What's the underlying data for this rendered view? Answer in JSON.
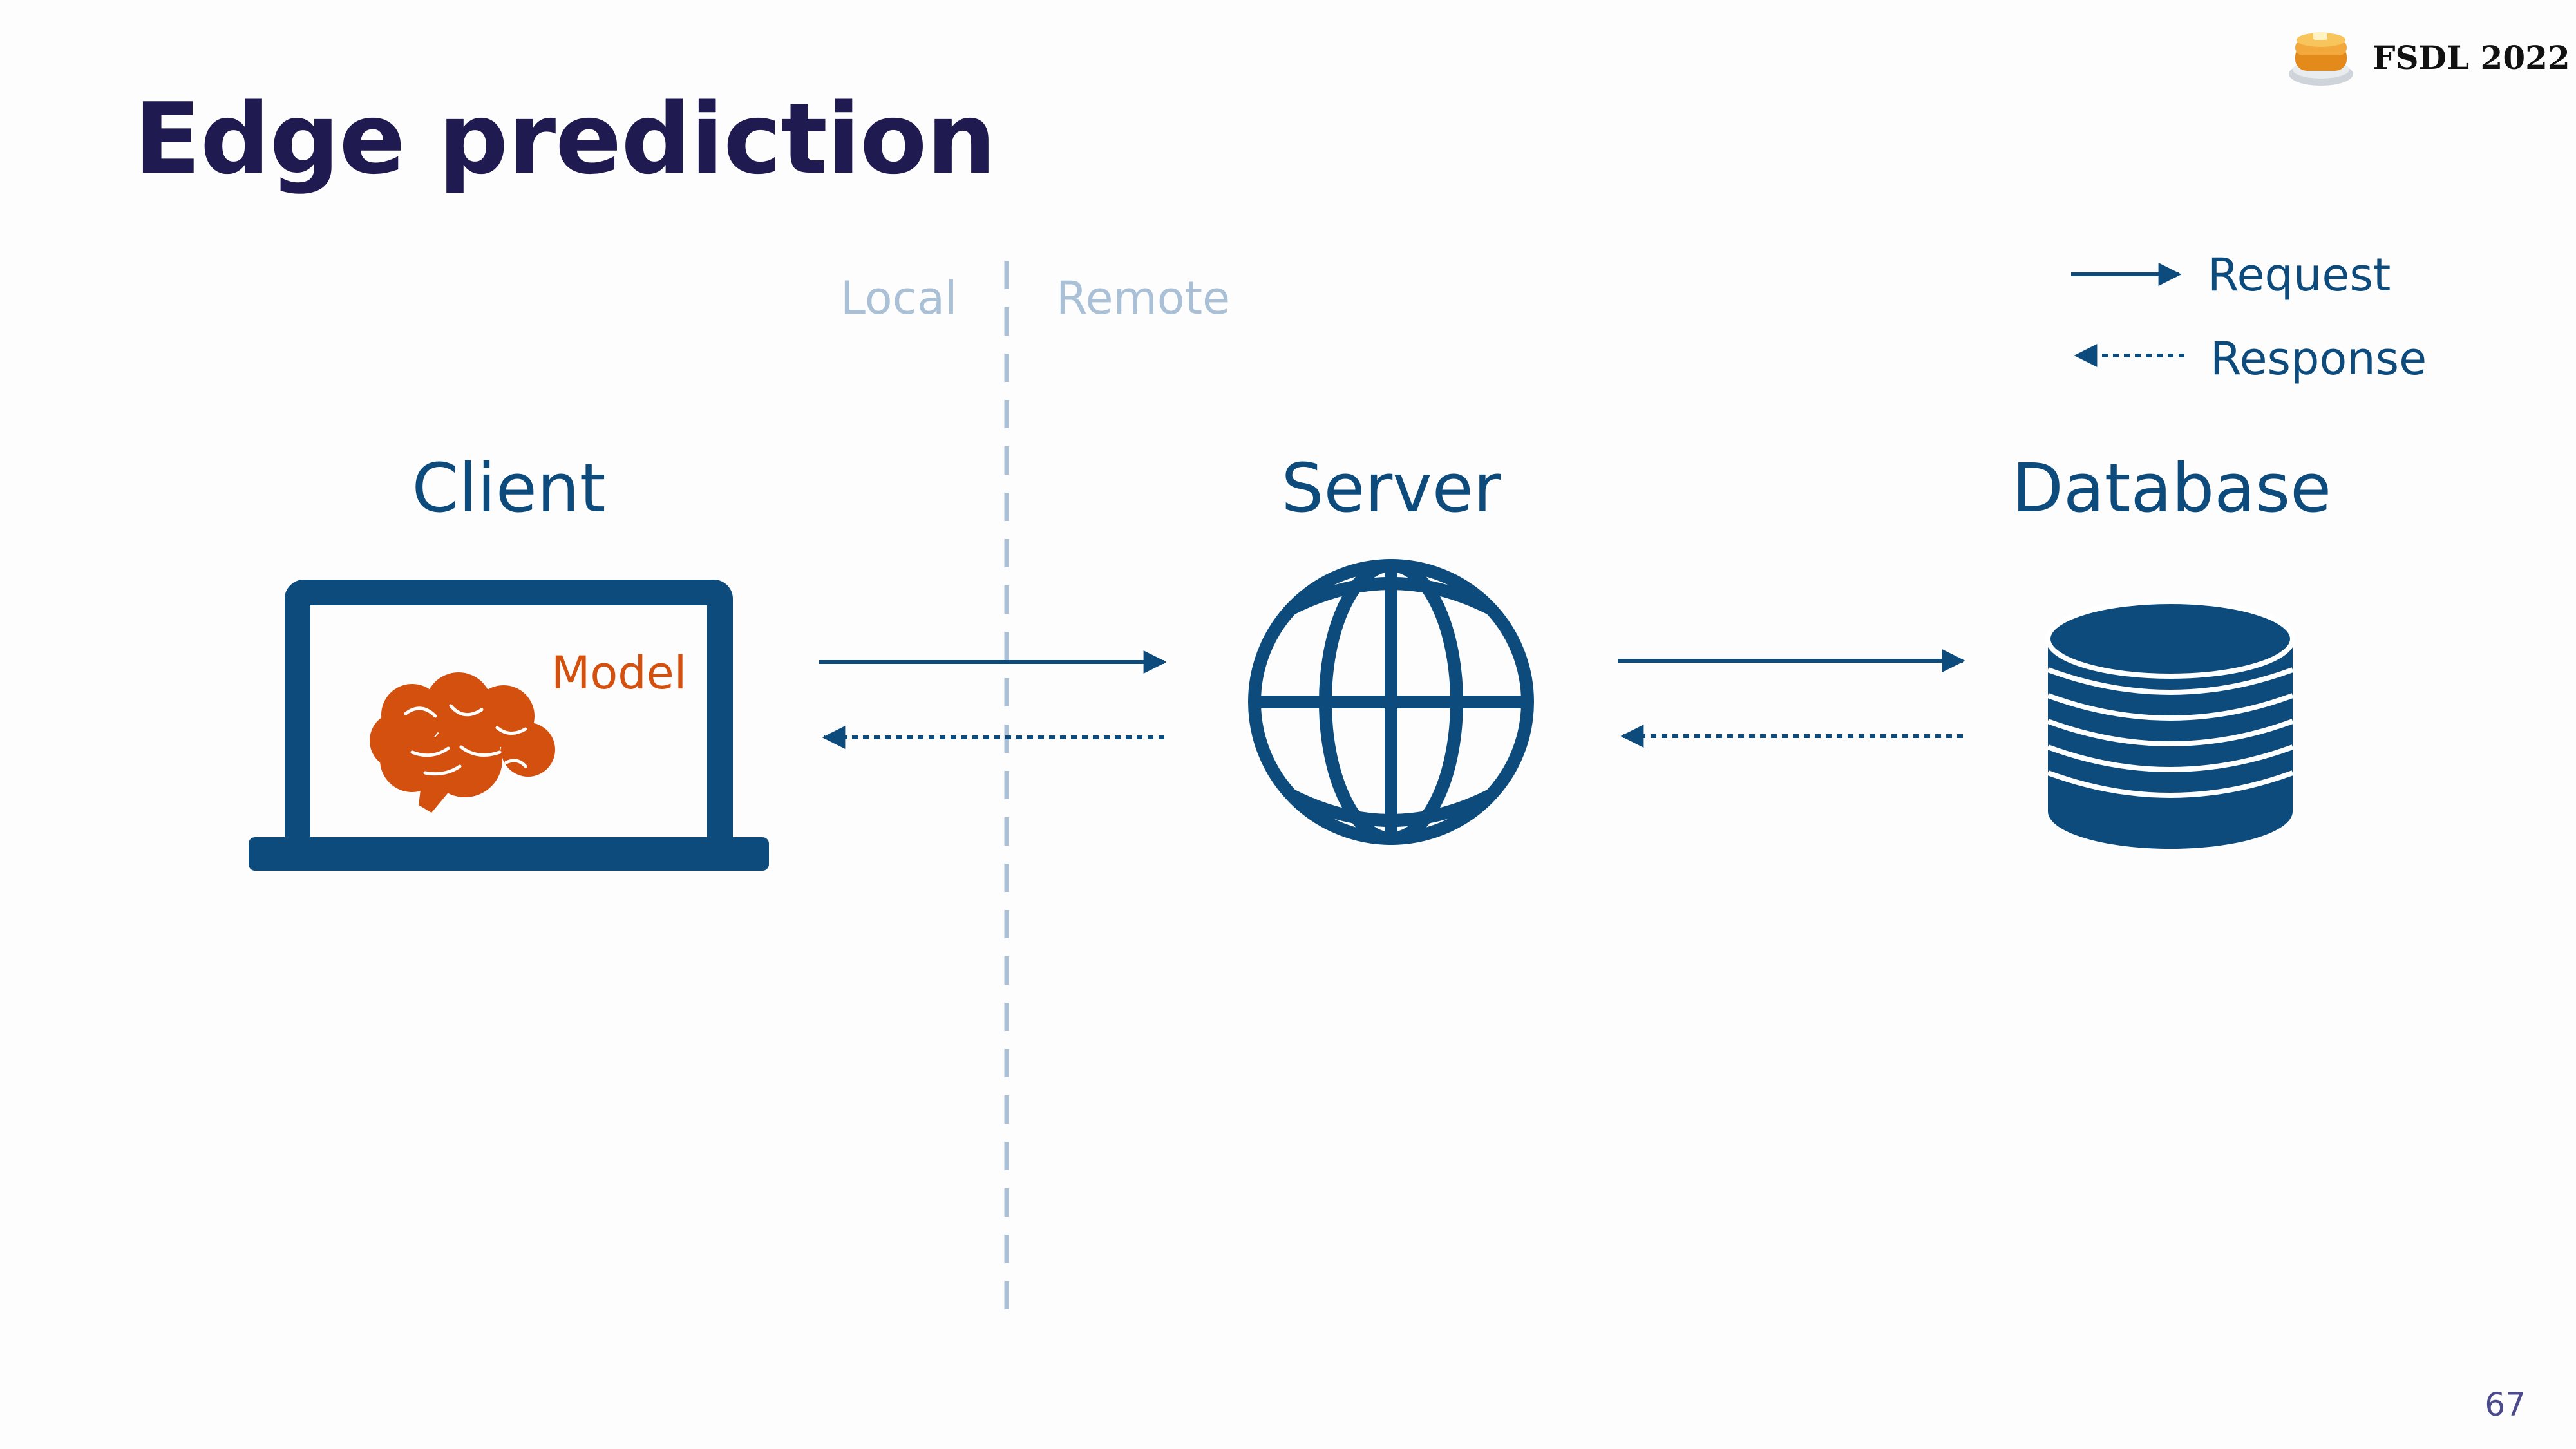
{
  "slide": {
    "title": "Edge prediction",
    "brand": "FSDL 2022",
    "page_number": "67"
  },
  "regions": {
    "local": "Local",
    "remote": "Remote"
  },
  "legend": {
    "request": "Request",
    "response": "Response"
  },
  "nodes": {
    "client": "Client",
    "server": "Server",
    "database": "Database",
    "model": "Model"
  },
  "icons": {
    "brand": "pancake-stack-icon",
    "client": "laptop-icon",
    "model": "brain-icon",
    "server": "globe-icon",
    "database": "database-icon"
  },
  "colors": {
    "primary": "#0d4b7d",
    "title": "#1f1a4f",
    "model": "#d4500f",
    "divider": "#a9c0d6"
  }
}
